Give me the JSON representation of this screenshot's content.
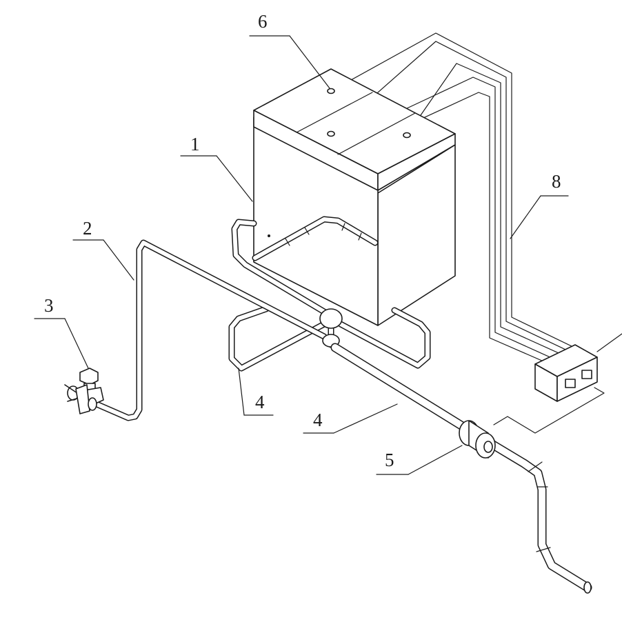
{
  "labels": {
    "l1": "1",
    "l2": "2",
    "l3": "3",
    "l4a": "4",
    "l4b": "4",
    "l5": "5",
    "l6": "6",
    "l8": "8"
  }
}
